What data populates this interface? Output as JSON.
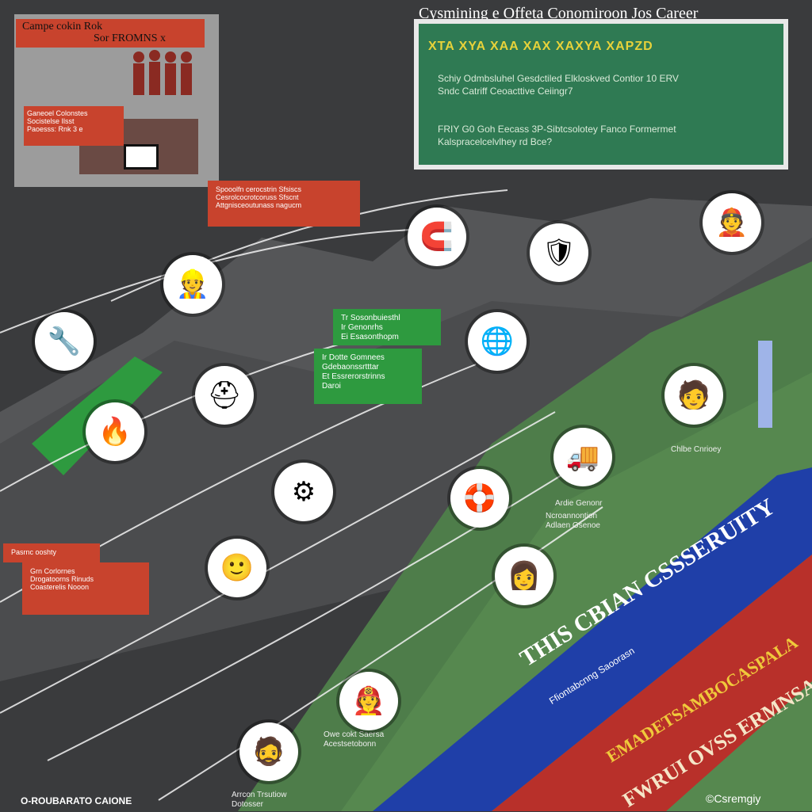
{
  "title": "Cysmining e Offeta Conomiroon Jos Career",
  "top_left": {
    "banner_line1": "Campe cokin Rok",
    "banner_line2": "Sor FROMNS x",
    "card_text": "Ganeoel Colonstes\nSocistelse Ilsst\nPaoesss: Rnk 3 e"
  },
  "board": {
    "heading": "XTA XYA XAA XAX XAXYA XAPZD",
    "line1": "Schiy Odmbsluhel Gesdctiled Elkloskved Contior 10 ERV",
    "line2": "Sndc Catriff Ceoacttive Ceiingr7",
    "line3": "FRIY G0 Goh Eecass 3P-Sibtcsolotey Fanco Formermet",
    "line4": "Kalspracelcelvlhey rd Bce?"
  },
  "labels": {
    "red_top": "Spooolfn cerocstrin Sfsiscs\nCesrolcocrotcoruss Sfscnt\nAttgnisceoutunass nagucm",
    "green_mid": "Tr Sosonbuiesthl\nIr Genonrhs\nEi Esasonthopm",
    "green_mid2": "Ir Dotte Gomnees\nGdebaonssrtttar\nEt Essrerorstrinns\nDaroi",
    "red_left_head": "Pasrnc ooshty",
    "red_left_body": "Grn Corlornes\nDrogatoorns Rinuds\nCoasterelis Nooon",
    "right_tag1": "Ardie Genonr",
    "right_tag2": "Ncroannontion\nAdlaen Gsenoe",
    "right_tag3": "Chlbe Cnrioey",
    "bottom_tag1": "Owe cokt Saersa\nAcestsetobonn",
    "bottom_tag2": "Arrcon Trsutiow\nDotosser"
  },
  "banners": {
    "blue": "THIS CBIAN CSSSERUITY",
    "blue_sub": "Ffiontabcnng Saoorasn",
    "red1": "EMADETSAMBOCASPALA",
    "red2": "FWRUI OVSS ERMNSA"
  },
  "footer": {
    "left": "O-ROUBARATO CAIONE",
    "right": "©Csremgiy"
  },
  "icons": [
    "construction-worker-icon",
    "tools-icon",
    "worker-hat-icon",
    "magnet-icon",
    "badge-icon",
    "person-hat-icon",
    "globe-icon",
    "person-portrait-icon",
    "welding-icon",
    "truck-icon",
    "gear-icon",
    "safety-ring-icon",
    "person-avatar-icon",
    "worker-silhouette-icon",
    "firefighter-icon"
  ]
}
